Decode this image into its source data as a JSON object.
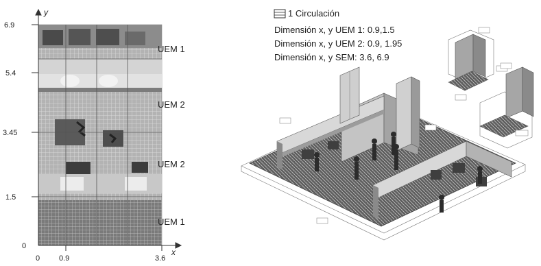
{
  "left_plan": {
    "axis_y_label": "y",
    "axis_x_label": "x",
    "y_ticks": [
      "6.9",
      "5.4",
      "3.45",
      "1.5",
      "0"
    ],
    "x_ticks": [
      "0",
      "0.9",
      "3.6"
    ],
    "zone_labels": [
      "UEM 1",
      "UEM 2",
      "UEM 2",
      "UEM 1"
    ]
  },
  "legend": {
    "swatch": "circulation-hatch-swatch",
    "title": "1 Circulación",
    "lines": [
      "Dimensión x, y UEM 1: 0.9,1.5",
      "Dimensión x, y UEM 2: 0.9, 1.95",
      "Dimensión x, y SEM: 3.6, 6.9"
    ]
  },
  "colors": {
    "floor_hatch": "#6e6e6e",
    "wall": "#b9b9b9",
    "wall_dark": "#8a8a8a",
    "plan_bg": "#a9a9a9",
    "band_light": "#d9d9d9"
  }
}
